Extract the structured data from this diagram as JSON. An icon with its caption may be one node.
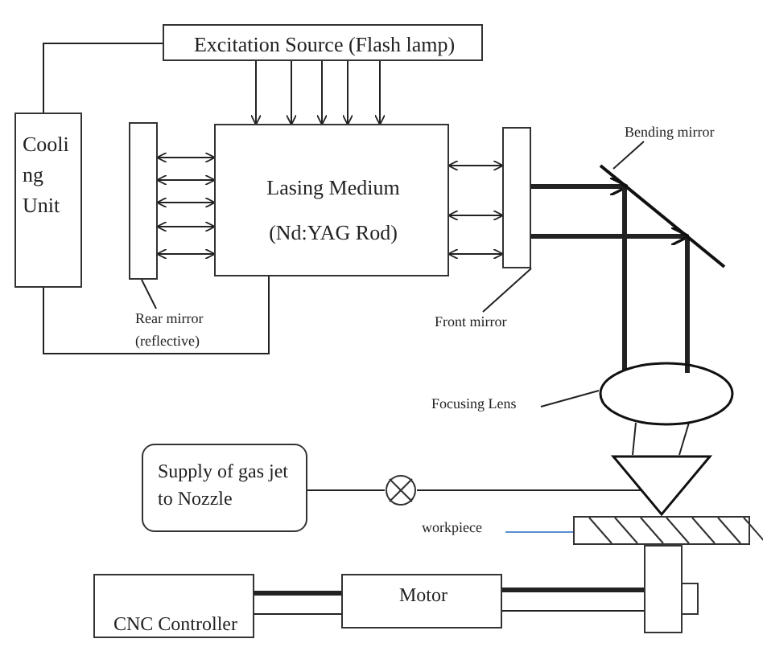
{
  "diagram": {
    "nodes": [
      {
        "text": [
          "Excitation Source (Flash lamp)"
        ]
      },
      {
        "text": [
          "Cooli ng Unit"
        ]
      },
      {
        "text": [],
        "shape": "box"
      },
      {
        "text": [
          "Lasing Medium",
          "(Nd:YAG Rod)"
        ]
      },
      {
        "text": [],
        "shape": "box"
      },
      {
        "text": [],
        "shape": "bar"
      },
      {
        "text": [],
        "shape": "ellipse"
      },
      {
        "text": [],
        "shape": "triangle"
      },
      {
        "text": [],
        "shape": "bar"
      },
      {
        "text": [
          "Supply of gas jet to Nozzle"
        ]
      },
      {
        "text": [],
        "shape": "circle"
      },
      {
        "text": [
          "Motor"
        ]
      },
      {
        "text": [
          "CNC Controller"
        ]
      },
      {
        "text": [
          "Rear mirror (reflective)"
        ]
      },
      {
        "text": [
          "Front mirror"
        ]
      },
      {
        "text": [
          "Bending mirror"
        ]
      },
      {
        "text": [
          "Focusing Lens"
        ]
      },
      {
        "text": [
          "workpiece"
        ]
      },
      {
        "text": [],
        "shape": "box"
      }
    ],
    "edges": [
      {
        "from": 1,
        "to": 0,
        "arrow": "none"
      },
      {
        "from": 1,
        "to": 3,
        "arrow": "none"
      },
      {
        "from": 0,
        "to": 3,
        "arrow": "to"
      },
      {
        "from": 0,
        "to": 3,
        "arrow": "to"
      },
      {
        "from": 0,
        "to": 3,
        "arrow": "to"
      },
      {
        "from": 0,
        "to": 3,
        "arrow": "to"
      },
      {
        "from": 0,
        "to": 3,
        "arrow": "to"
      },
      {
        "from": 2,
        "to": 3,
        "arrow": "both"
      },
      {
        "from": 2,
        "to": 3,
        "arrow": "both"
      },
      {
        "from": 2,
        "to": 3,
        "arrow": "both"
      },
      {
        "from": 2,
        "to": 3,
        "arrow": "both"
      },
      {
        "from": 2,
        "to": 3,
        "arrow": "both"
      },
      {
        "from": 3,
        "to": 4,
        "arrow": "both"
      },
      {
        "from": 3,
        "to": 4,
        "arrow": "both"
      },
      {
        "from": 3,
        "to": 4,
        "arrow": "both"
      },
      {
        "from": 4,
        "to": 5,
        "arrow": "to",
        "style": "thick"
      },
      {
        "from": 4,
        "to": 5,
        "arrow": "to",
        "style": "thick"
      },
      {
        "from": 5,
        "to": 6,
        "arrow": "none",
        "style": "thick"
      },
      {
        "from": 5,
        "to": 6,
        "arrow": "none",
        "style": "thick"
      },
      {
        "from": 6,
        "to": 7,
        "arrow": "none"
      },
      {
        "from": 6,
        "to": 7,
        "arrow": "none"
      },
      {
        "from": 9,
        "to": 10,
        "arrow": "none"
      },
      {
        "from": 10,
        "to": 7,
        "arrow": "none"
      },
      {
        "from": 12,
        "to": 11,
        "arrow": "none",
        "style": "thick"
      },
      {
        "from": 12,
        "to": 11,
        "arrow": "none"
      },
      {
        "from": 11,
        "to": 18,
        "arrow": "none",
        "style": "thick"
      },
      {
        "from": 11,
        "to": 18,
        "arrow": "none"
      },
      {
        "from": 13,
        "to": 2,
        "arrow": "none"
      },
      {
        "from": 14,
        "to": 4,
        "arrow": "none"
      },
      {
        "from": 15,
        "to": 5,
        "arrow": "none"
      },
      {
        "from": 16,
        "to": 6,
        "arrow": "none"
      },
      {
        "from": 17,
        "to": 8,
        "arrow": "none",
        "color": "#5b8fd0"
      }
    ]
  }
}
